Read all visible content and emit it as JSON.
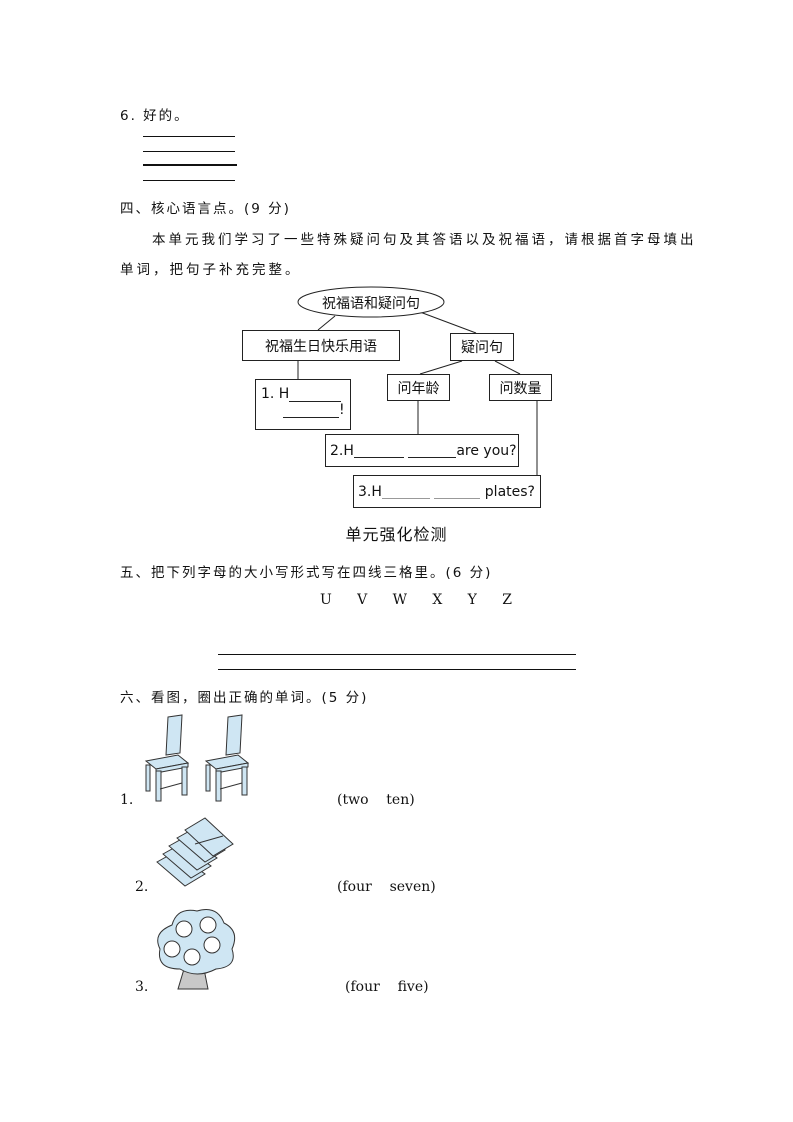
{
  "q6": {
    "label": "6. 好的。"
  },
  "section4": {
    "heading": "四、核心语言点。(9 分)",
    "instruction_line1": "本单元我们学习了一些特殊疑问句及其答语以及祝福语，请根据首字母填出",
    "instruction_line2": "单词，把句子补充完整。",
    "diagram": {
      "root": "祝福语和疑问句",
      "branch_left": "祝福生日快乐用语",
      "branch_right": "疑问句",
      "sub_age": "问年龄",
      "sub_quantity": "问数量",
      "item1_prefix": "1. H",
      "item1_end": "!",
      "item2_prefix": "2.H",
      "item2_end": "are you?",
      "item3_prefix": "3.H",
      "item3_end": "plates?"
    }
  },
  "test_title": "单元强化检测",
  "section5": {
    "heading": "五、把下列字母的大小写形式写在四线三格里。(6 分)",
    "letters": "U   V   W   X   Y   Z"
  },
  "section6": {
    "heading": "六、看图，圈出正确的单词。(5 分)",
    "items": [
      {
        "num": "1.",
        "choices": "(two    ten)",
        "image": "two-chairs"
      },
      {
        "num": "2.",
        "choices": "(four    seven)",
        "image": "stack-of-books"
      },
      {
        "num": "3.",
        "choices": "(four    five)",
        "image": "apple-tree"
      }
    ]
  },
  "colors": {
    "illustration_fill": "#cfe6f3",
    "trunk": "#c8c8c8"
  }
}
